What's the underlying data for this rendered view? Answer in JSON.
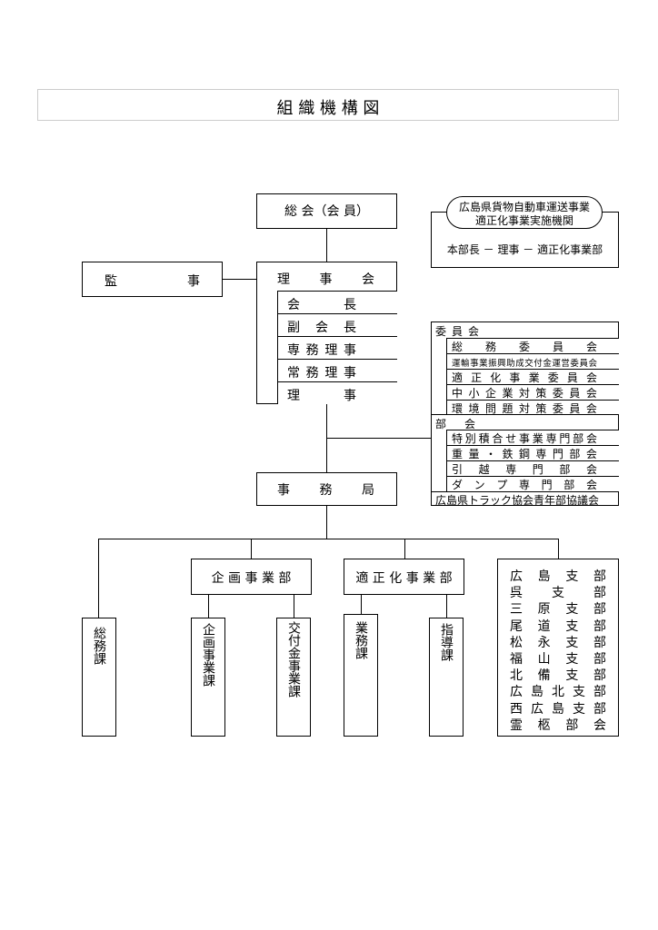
{
  "title": "組 織 機 構 図",
  "general_meeting": "総 会（会 員）",
  "auditor": [
    "監",
    "事"
  ],
  "board": {
    "header": [
      "理",
      "事",
      "会"
    ],
    "members": [
      [
        "会",
        "長"
      ],
      [
        "副",
        "会",
        "長"
      ],
      [
        "専",
        "務",
        "理",
        "事"
      ],
      [
        "常",
        "務",
        "理",
        "事"
      ],
      [
        "理",
        "事"
      ]
    ]
  },
  "org_note": {
    "oval_line1": "広島県貨物自動車運送事業",
    "oval_line2": "適正化事業実施機関",
    "chain": "本部長 － 理事 － 適正化事業部"
  },
  "committees": {
    "header1": [
      "委",
      "員",
      "会"
    ],
    "items1": [
      "総務委員会",
      "運輸事業振興助成交付金運営委員会",
      "適正化事業委員会",
      "中小企業対策委員会",
      "環境問題対策委員会"
    ],
    "header2": [
      "部",
      "会"
    ],
    "items2": [
      "特別積合せ事業専門部会",
      "重量・鉄鋼専門部会",
      "引越専門部会",
      "ダンプ専門部会"
    ],
    "youth": "広島県トラック協会青年部協議会"
  },
  "secretariat": [
    "事",
    "務",
    "局"
  ],
  "planning_dept": "企 画 事 業 部",
  "compliance_dept": "適 正 化 事 業 部",
  "sections": {
    "general_affairs": "総務課",
    "planning": "企画事業課",
    "subsidy": "交付金事業課",
    "operations": "業務課",
    "guidance": "指導課"
  },
  "branches": [
    [
      "広",
      "島",
      "支",
      "部"
    ],
    [
      "呉",
      "支",
      "部"
    ],
    [
      "三",
      "原",
      "支",
      "部"
    ],
    [
      "尾",
      "道",
      "支",
      "部"
    ],
    [
      "松",
      "永",
      "支",
      "部"
    ],
    [
      "福",
      "山",
      "支",
      "部"
    ],
    [
      "北",
      "備",
      "支",
      "部"
    ],
    [
      "広",
      "島",
      "北",
      "支",
      "部"
    ],
    [
      "西",
      "広",
      "島",
      "支",
      "部"
    ],
    [
      "霊",
      "柩",
      "部",
      "会"
    ]
  ]
}
